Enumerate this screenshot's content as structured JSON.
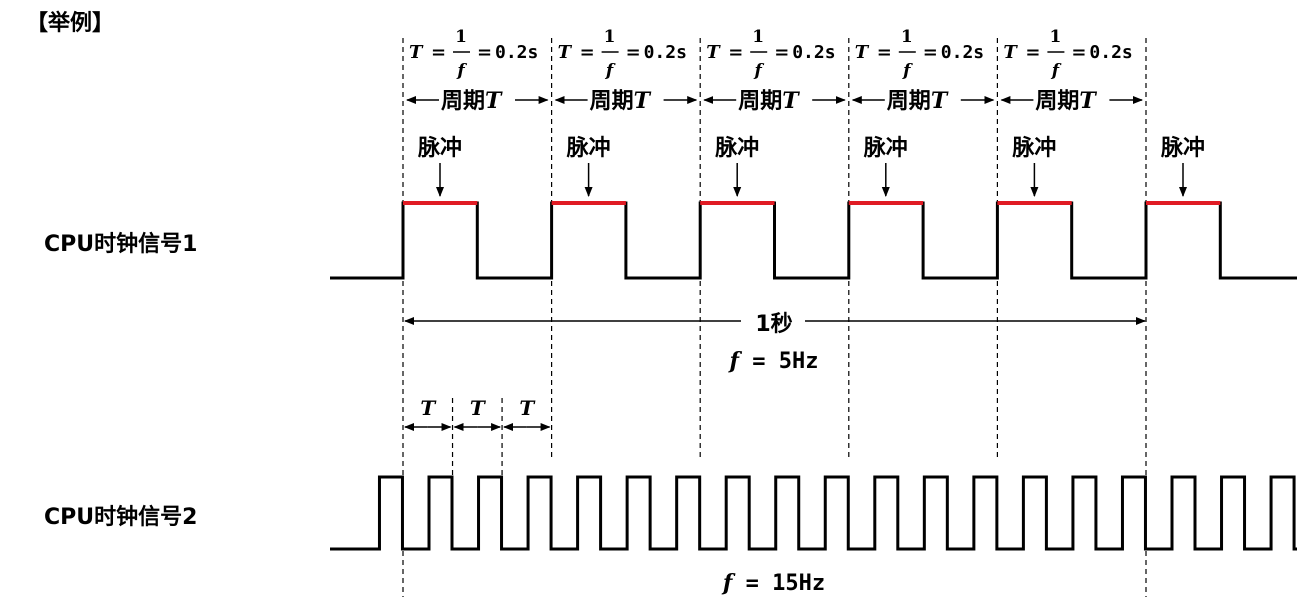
{
  "header": {
    "example_label": "【举例】"
  },
  "signals": {
    "signal1_label": "CPU时钟信号1",
    "signal2_label": "CPU时钟信号2"
  },
  "period_formula": {
    "lhs": "T",
    "equals1": "=",
    "numerator": "1",
    "denominator": "f",
    "equals2": "=",
    "value": "0.2s"
  },
  "period_label": {
    "text": "周期",
    "symbol": "T"
  },
  "pulse_label": "脉冲",
  "one_second": {
    "text": "1秒"
  },
  "freq1": {
    "lhs": "f",
    "rest": " = 5Hz"
  },
  "freq2": {
    "lhs": "f",
    "rest": " = 15Hz"
  },
  "small_periods": {
    "symbol": "T"
  },
  "colors": {
    "line": "#000000",
    "pulse_highlight": "#e01b24",
    "dashed": "#000000"
  },
  "counts": {
    "signal1_pulses": 6,
    "signal2_pulses": 19,
    "formula_columns": 5,
    "period_columns": 5,
    "small_periods": 3
  }
}
